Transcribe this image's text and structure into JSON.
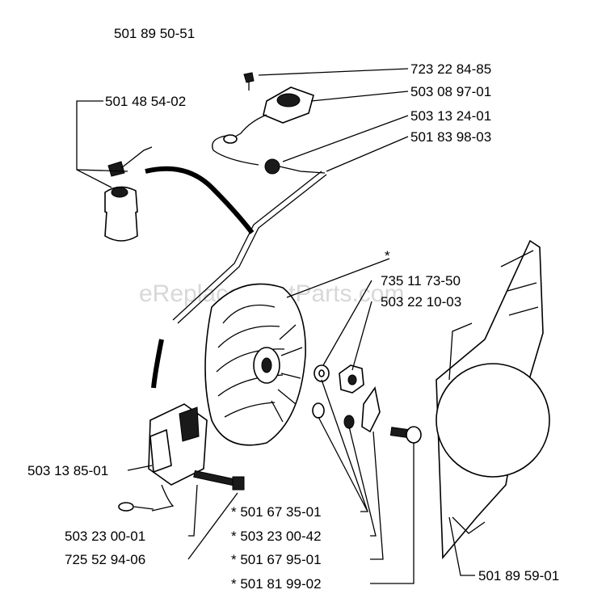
{
  "diagram": {
    "watermark": "eReplacementParts.com",
    "parts": {
      "p_501895051": "501 89 50-51",
      "p_501485402": "501 48 54-02",
      "p_723228485": "723 22 84-85",
      "p_503089701": "503 08 97-01",
      "p_503132401": "503 13 24-01",
      "p_501839803": "501 83 98-03",
      "p_star": "*",
      "p_735117350": "735 11 73-50",
      "p_503221003": "503 22 10-03",
      "p_503138501": "503 13 85-01",
      "p_501673501": "* 501 67 35-01",
      "p_503230042": "* 503 23 00-42",
      "p_501679501": "* 501 67 95-01",
      "p_501819902": "* 501 81 99-02",
      "p_503230001": "503 23 00-01",
      "p_725529406": "725 52 94-06",
      "p_501895901": "501 89 59-01"
    }
  }
}
